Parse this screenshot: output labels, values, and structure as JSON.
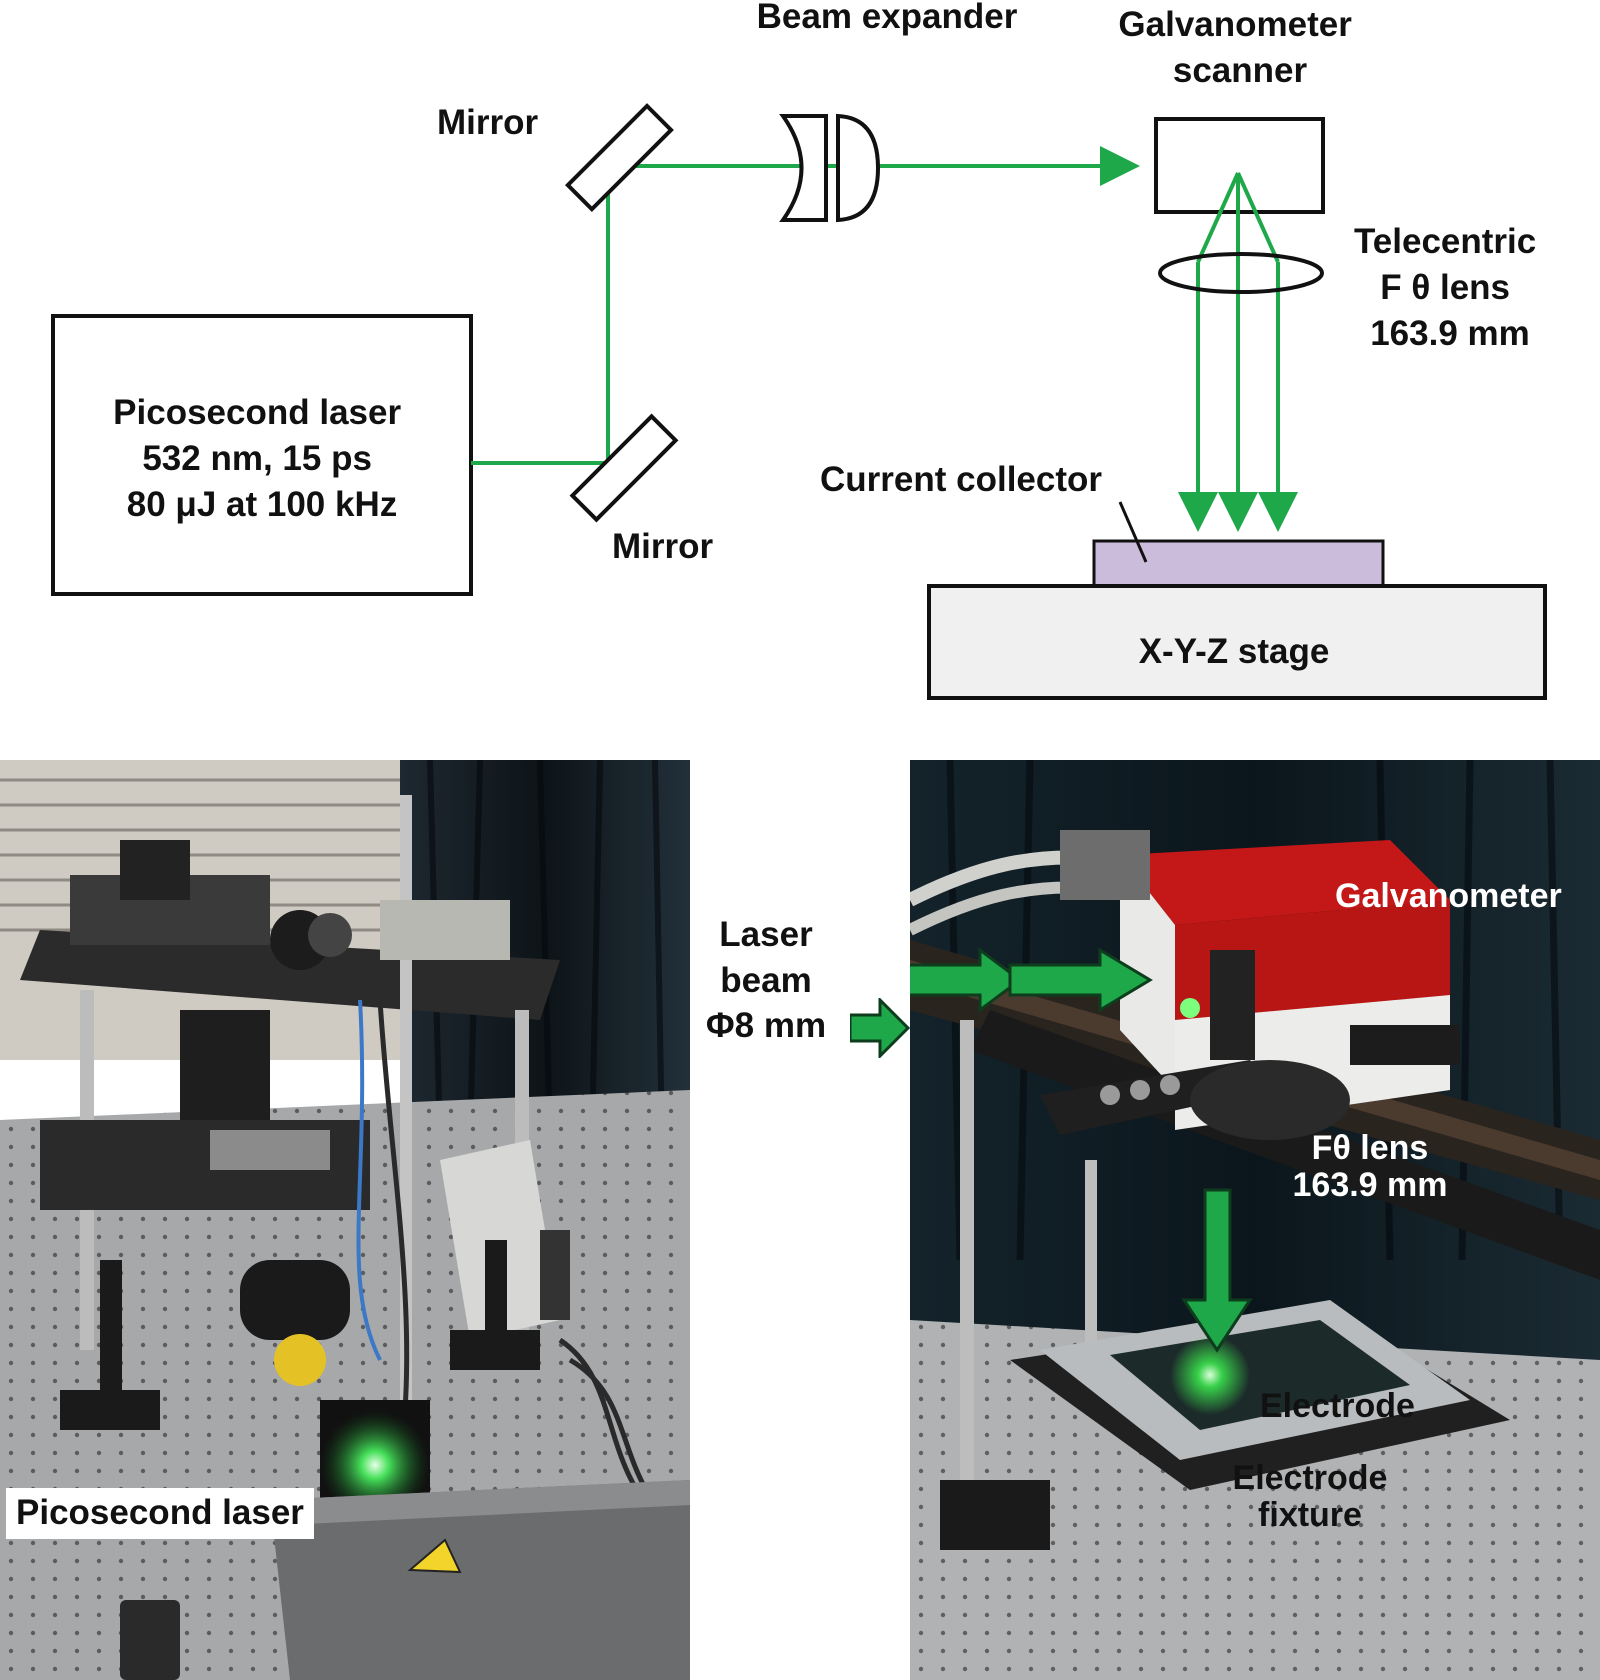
{
  "colors": {
    "beam": "#1fa84a",
    "collector": "#ccbcdc",
    "stage": "#f0f0f0",
    "outline": "#111111"
  },
  "schematic": {
    "mirror_top_label": "Mirror",
    "mirror_bottom_label": "Mirror",
    "beam_expander_label": "Beam expander",
    "galvanometer_label": [
      "Galvanometer",
      "scanner"
    ],
    "lens_label": [
      "Telecentric",
      "F θ lens",
      "163.9 mm"
    ],
    "laser_label": [
      "Picosecond laser",
      "532 nm, 15 ps",
      "80 μJ at 100 kHz"
    ],
    "collector_label": "Current collector",
    "stage_label": "X-Y-Z stage"
  },
  "photos": {
    "left": {
      "label": "Picosecond laser"
    },
    "right": {
      "beam_label": [
        "Laser",
        "beam",
        "Φ8 mm"
      ],
      "galvanometer_label": "Galvanometer",
      "lens_label": [
        "Fθ lens",
        "163.9 mm"
      ],
      "electrode_label": "Electrode",
      "fixture_label": [
        "Electrode",
        "fixture"
      ]
    }
  }
}
